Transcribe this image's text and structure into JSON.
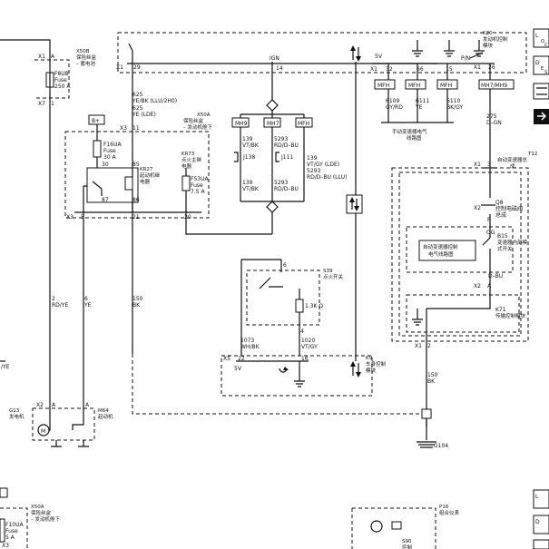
{
  "ignition": {
    "label": "IGN",
    "pin": "14"
  },
  "k20": {
    "id": "K20",
    "name_line1": "发动机控制",
    "name_line2": "模块",
    "conn_left": "X1",
    "pin_29": "29",
    "conn_right": "X1",
    "pin_26": "26",
    "v5": "5V",
    "pin_32": "32",
    "pin_66": "66",
    "pin_15": "15",
    "pn": "P/N"
  },
  "x50b": {
    "id": "X50B",
    "name_line1": "保险丝盒",
    "name_line2": "– 蓄电池",
    "conn_top": "X1",
    "pin_a": "A",
    "conn_bot": "X7",
    "pin_1": "1",
    "fuse_id": "F8UB",
    "fuse_word": "Fuse",
    "fuse_amp": "250 A"
  },
  "wires": {
    "w625a": "625",
    "w625a_color": "YE/BK (LLU/2H0)",
    "w625b": "625",
    "w625b_color": "YE (LDE)",
    "w2": "2",
    "w2_color": "RD/YE",
    "w6": "6",
    "w6_color": "YE",
    "w150a": "150",
    "w150a_color": "BK",
    "w139a": "139",
    "w139a_color": "VT/BK",
    "w5293a": "5293",
    "w5293a_color": "RD/D–BU",
    "w139b": "139",
    "w139b_color": "VT/GY (LDE)",
    "w5293b": "5293",
    "w5293b_color": "RD/D–BU (LLU)",
    "w139c": "139",
    "w139c_color": "VT/BK",
    "w5293c": "5293",
    "w5293c_color": "RD/D–BU",
    "w6109": "6109",
    "w6109_color": "GY/RD",
    "w6111": "6111",
    "w6111_color": "YE",
    "w6110": "6110",
    "w6110_color": "BK/GY",
    "w275": "275",
    "w275_color": "D–GN",
    "w1073": "1073",
    "w1073_color": "WH/BK",
    "w1020": "1020",
    "w1020_color": "VT/GY",
    "w150b": "150",
    "w150b_color": "BK",
    "left_ye": "/YE"
  },
  "mfh": [
    "MFH",
    "MFH",
    "MFH",
    "MH7/MH9"
  ],
  "manual_trans": {
    "line1": "手动变速器电气",
    "line2": "线路图"
  },
  "x50a": {
    "id": "X50A",
    "name_line1": "保险丝盒",
    "name_line2": "– 发动机舱下",
    "b_plus": "B+",
    "conn_x3": "X3",
    "pin_11": "11",
    "fuse_id": "F16UA",
    "fuse_word": "Fuse",
    "fuse_amp": "30 A",
    "relay_id": "KR27",
    "relay_l1": "起动机继",
    "relay_l2": "电器",
    "p30": "30",
    "p85": "85",
    "p87": "87",
    "p86": "86",
    "fuse2_id": "F53UA",
    "fuse2_word": "Fuse",
    "fuse2_amp": "7.5 A",
    "kr73": "KR73",
    "kr73_l1": "点火主继",
    "kr73_l2": "电器",
    "conn_x3b": "X3",
    "pin_5": "5",
    "pin_21": "21",
    "pin_20": "20"
  },
  "mid_conns": {
    "mh9": "MH9",
    "mh7": "MH7",
    "mfh": "MFH",
    "j138": "J138",
    "j111": "J111"
  },
  "s39": {
    "id": "S39",
    "name": "点火开关",
    "pin_6": "6",
    "pin_4": "4",
    "res": "1.3K Ω"
  },
  "k9": {
    "id": "K9",
    "name_line1": "车身控制",
    "name_line2": "模块",
    "conn": "X5",
    "pin_22": "22",
    "pin_16": "16",
    "v5": "5V"
  },
  "t12": {
    "id": "T12",
    "name_line1": "自动变速器总",
    "name_line2": "成",
    "conn_x1": "X1",
    "pin_3": "3",
    "conn_x2": "X2",
    "pin_f": "F",
    "q8": "Q8",
    "q8_l1": "控制电磁阀",
    "q8_l2": "总成",
    "og": "OG",
    "b15": "B15",
    "b15_l1": "变速器内部模",
    "b15_l2": "式开关",
    "auto_l1": "自动变速器控制",
    "auto_l2": "电气线路图",
    "dbu": "D–BU",
    "conn_x2b": "X2",
    "pin_a": "A",
    "k71": "K71",
    "k71_name": "传输控制模块",
    "conn_x1b": "X1",
    "pin_2": "2"
  },
  "g13": {
    "id": "G13",
    "name": "发电机",
    "conn": "X2",
    "pin_a": "A",
    "motor": "M"
  },
  "m64": {
    "id": "M64",
    "name": "起动机",
    "pin_a": "A"
  },
  "g104": "G104",
  "bottom": {
    "x50a": "X50A",
    "x50a_l1": "保险丝盒",
    "x50a_l2": "– 发动机舱下",
    "fuse_id": "F10UA",
    "fuse_word": "Fuse",
    "fuse_amp": "5 A",
    "x3": "X3",
    "p16": "P16",
    "p16_name": "组合仪表",
    "s90": "S90",
    "s90_name": "控制"
  },
  "right_icons": [
    "L",
    "O",
    "C",
    "D",
    "E",
    "S"
  ]
}
